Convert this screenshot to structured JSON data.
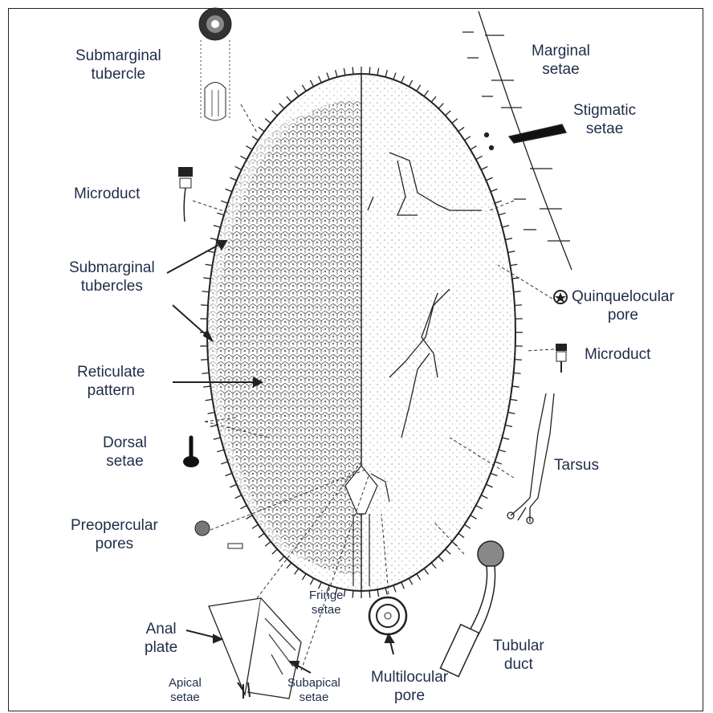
{
  "labels": {
    "submarginal_tubercle": [
      "Submarginal",
      "tubercle"
    ],
    "microduct_left": [
      "Microduct"
    ],
    "submarginal_tubercles": [
      "Submarginal",
      "tubercles"
    ],
    "reticulate_pattern": [
      "Reticulate",
      "pattern"
    ],
    "dorsal_setae": [
      "Dorsal",
      "setae"
    ],
    "preopercular_pores": [
      "Preopercular",
      "pores"
    ],
    "anal_plate": [
      "Anal",
      "plate"
    ],
    "apical_setae": [
      "Apical",
      "setae"
    ],
    "fringe_setae": [
      "Fringe",
      "setae"
    ],
    "subapical_setae": [
      "Subapical",
      "setae"
    ],
    "multilocular_pore": [
      "Multilocular",
      "pore"
    ],
    "tubular_duct": [
      "Tubular",
      "duct"
    ],
    "tarsus": [
      "Tarsus"
    ],
    "microduct_right": [
      "Microduct"
    ],
    "quinquelocular_pore": [
      "Quinquelocular",
      "pore"
    ],
    "stigmatic_setae": [
      "Stigmatic",
      "setae"
    ],
    "marginal_setae": [
      "Marginal",
      "setae"
    ]
  },
  "colors": {
    "label_text": "#1f2d4a",
    "line": "#222222",
    "stipple": "#555555"
  }
}
